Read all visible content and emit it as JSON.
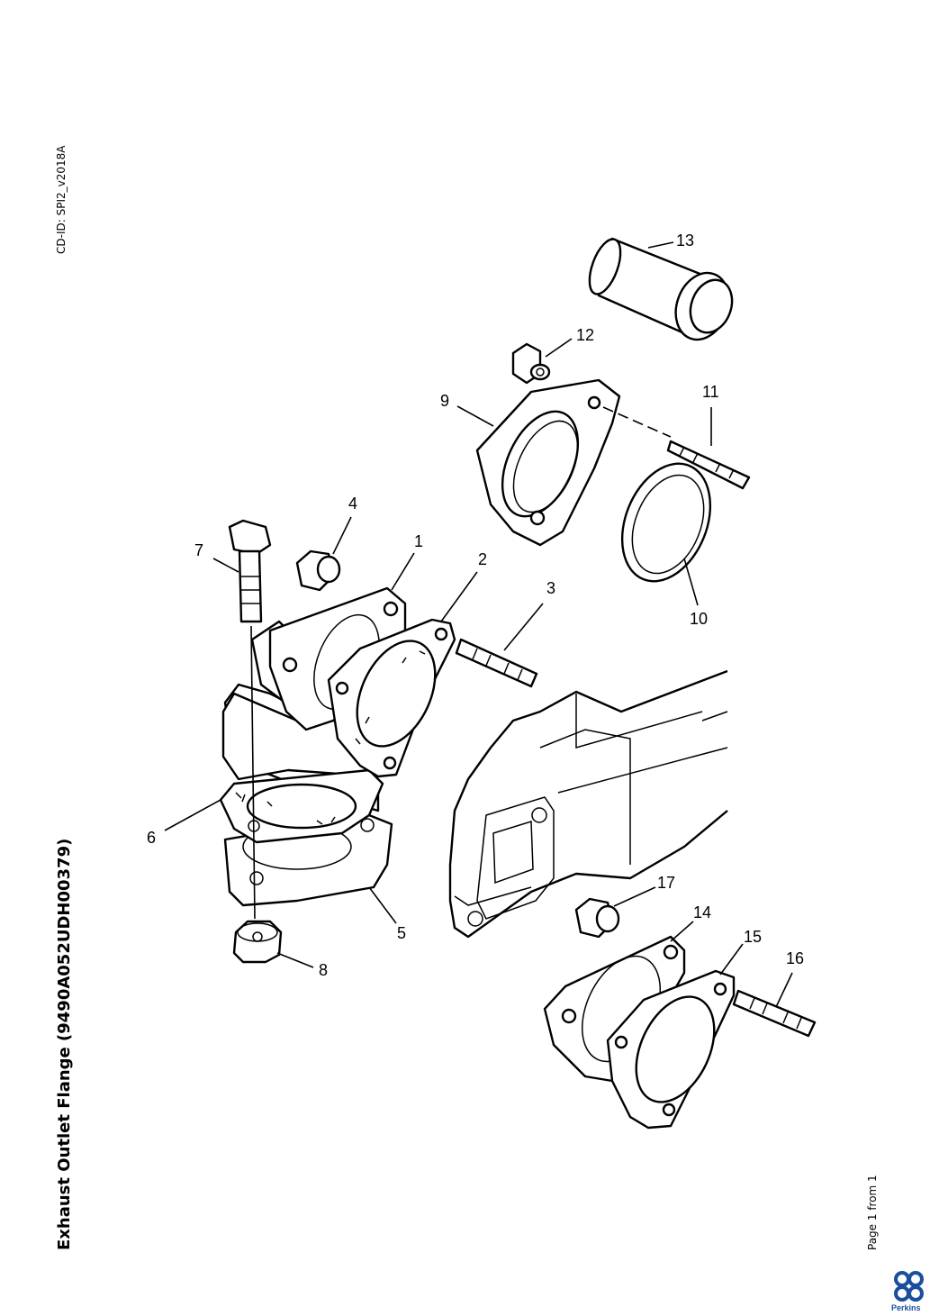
{
  "header": {
    "title": "Exhaust Outlet Flange (9490A052UDH00379)",
    "cd_id": "CD-ID: SPI2_v2018A",
    "page_info": "Page 1 from 1"
  },
  "brand": {
    "name": "Perkins",
    "color": "#1a4f9c",
    "icon": "perkins-logo-icon"
  },
  "callouts": [
    "1",
    "2",
    "3",
    "4",
    "5",
    "6",
    "7",
    "8",
    "9",
    "10",
    "11",
    "12",
    "13",
    "14",
    "15",
    "16",
    "17"
  ]
}
